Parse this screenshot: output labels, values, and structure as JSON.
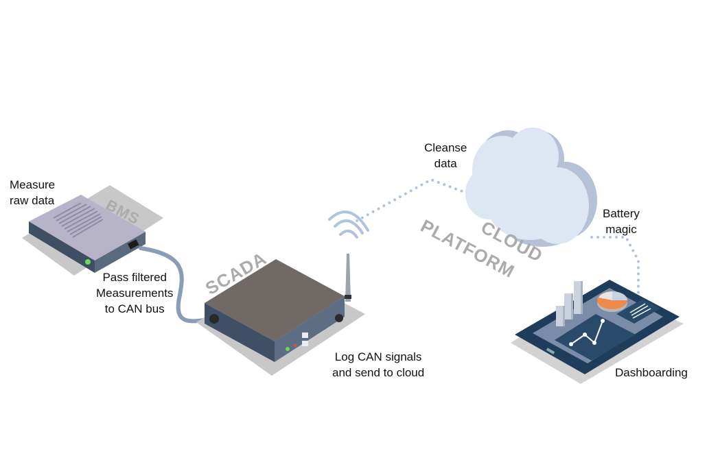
{
  "device_labels": {
    "bms": "BMS",
    "scada": "SCADA",
    "cloud_line1": "CLOUD",
    "cloud_line2": "PLATFORM"
  },
  "annotations": {
    "measure": [
      "Measure",
      "raw data"
    ],
    "pass": [
      "Pass filtered",
      "Measurements",
      "to CAN bus"
    ],
    "log": [
      "Log CAN signals",
      "and send to cloud"
    ],
    "cleanse": [
      "Cleanse",
      "data"
    ],
    "battery": [
      "Battery",
      "magic"
    ],
    "dashboard": [
      "Dashboarding"
    ]
  },
  "colors": {
    "shadow": "#c8c8c8",
    "bms_top": "#b7b4c9",
    "bms_front": "#3e4e63",
    "scada_top": "#716966",
    "scada_front": "#3f4f66",
    "cable": "#8a9db6",
    "dots": "#b0c4da",
    "cloud": "#dde6f3",
    "cloud_side": "#b4c1d6",
    "tablet": "#1f3d5b",
    "screen": "#7b8ca8",
    "label_gray": "#ababab",
    "led_green": "#6ddb55"
  }
}
